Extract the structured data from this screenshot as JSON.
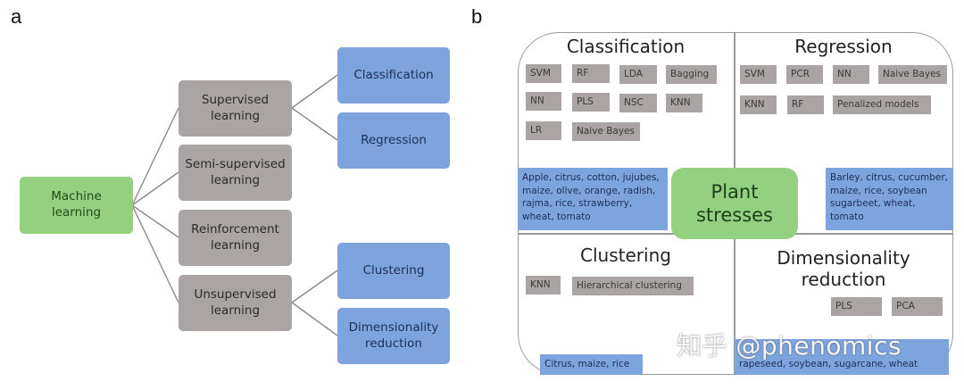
{
  "panel_a": {
    "label": "a",
    "root": {
      "text": "Machine learning",
      "color": "#93d07f"
    },
    "categories": [
      {
        "id": "supervised",
        "text": "Supervised learning"
      },
      {
        "id": "semi-supervised",
        "text": "Semi-supervised learning"
      },
      {
        "id": "reinforcement",
        "text": "Reinforcement learning"
      },
      {
        "id": "unsupervised",
        "text": "Unsupervised learning"
      }
    ],
    "tasks": [
      {
        "id": "classification",
        "text": "Classification",
        "parent": "supervised"
      },
      {
        "id": "regression",
        "text": "Regression",
        "parent": "supervised"
      },
      {
        "id": "clustering",
        "text": "Clustering",
        "parent": "unsupervised"
      },
      {
        "id": "dimensionality-reduction",
        "text": "Dimensionality reduction",
        "parent": "unsupervised"
      }
    ],
    "colors": {
      "root": "#93d07f",
      "category": "#aaa5a4",
      "task": "#7ea4dd"
    }
  },
  "panel_b": {
    "label": "b",
    "center": "Plant stresses",
    "quadrants": {
      "classification": {
        "title": "Classification",
        "methods": [
          "SVM",
          "RF",
          "LDA",
          "Bagging",
          "NN",
          "PLS",
          "NSC",
          "KNN",
          "LR",
          "Naive Bayes"
        ],
        "crops": "Apple, citrus, cotton, jujubes, maize, olive, orange, radish, rajma, rice, strawberry, wheat, tomato"
      },
      "regression": {
        "title": "Regression",
        "methods": [
          "SVM",
          "PCR",
          "NN",
          "Naive Bayes",
          "KNN",
          "RF",
          "Penalized models"
        ],
        "crops": "Barley, citrus, cucumber, maize, rice, soybean sugarbeet, wheat, tomato"
      },
      "clustering": {
        "title": "Clustering",
        "methods": [
          "KNN",
          "Hierarchical clustering"
        ],
        "crops": "Citrus, maize, rice"
      },
      "dimensionality_reduction": {
        "title": "Dimensionality reduction",
        "methods": [
          "PLS",
          "PCA"
        ],
        "crops_line2": "rapeseed, soybean, sugarcane, wheat"
      }
    }
  },
  "watermark": "知乎 @phenomics"
}
